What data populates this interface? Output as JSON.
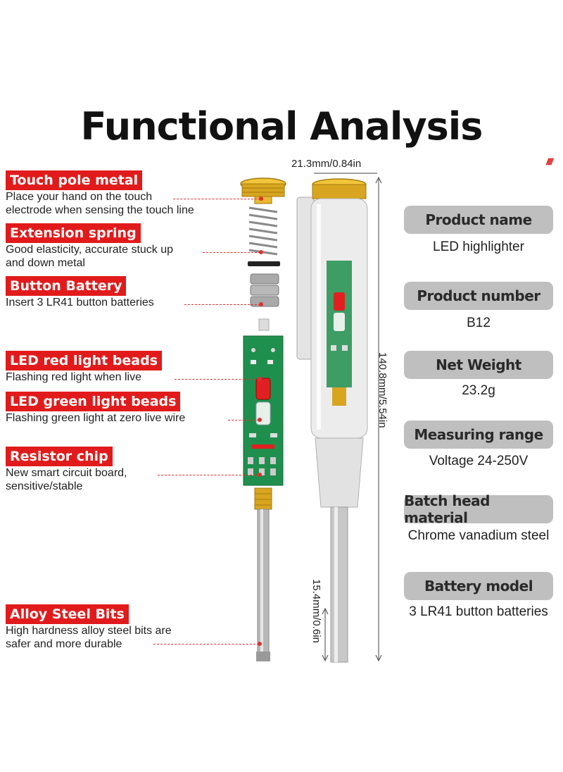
{
  "title": "Functional Analysis",
  "callouts": [
    {
      "label": "Touch pole metal",
      "desc": [
        "Place your hand on the touch",
        "electrode when sensing the touch line"
      ]
    },
    {
      "label": "Extension spring",
      "desc": [
        "Good elasticity, accurate stuck up",
        "and down metal"
      ]
    },
    {
      "label": "Button Battery",
      "desc": [
        "Insert 3 LR41 button batteries"
      ]
    },
    {
      "label": "LED red light beads",
      "desc": [
        "Flashing red light when live"
      ]
    },
    {
      "label": "LED green light beads",
      "desc": [
        "Flashing green light at zero live wire"
      ]
    },
    {
      "label": "Resistor chip",
      "desc": [
        "New smart circuit board,",
        "sensitive/stable"
      ]
    },
    {
      "label": "Alloy Steel Bits",
      "desc": [
        "High hardness alloy steel bits are",
        "safer and more durable"
      ]
    }
  ],
  "dimensions": {
    "width": "21.3mm/0.84in",
    "length": "140.8mm/5.54in",
    "tip": "15.4mm/0.6in"
  },
  "specs": [
    {
      "name": "Product name",
      "value": "LED highlighter"
    },
    {
      "name": "Product number",
      "value": "B12"
    },
    {
      "name": "Net Weight",
      "value": "23.2g"
    },
    {
      "name": "Measuring range",
      "value": "Voltage 24-250V"
    },
    {
      "name": "Batch head material",
      "value": "Chrome vanadium steel"
    },
    {
      "name": "Battery model",
      "value": "3 LR41 button batteries"
    }
  ],
  "colors": {
    "accent": "#e11b1b",
    "pill": "#bfbfbf",
    "pcb": "#1f8f4e",
    "gold": "#d8a520"
  }
}
